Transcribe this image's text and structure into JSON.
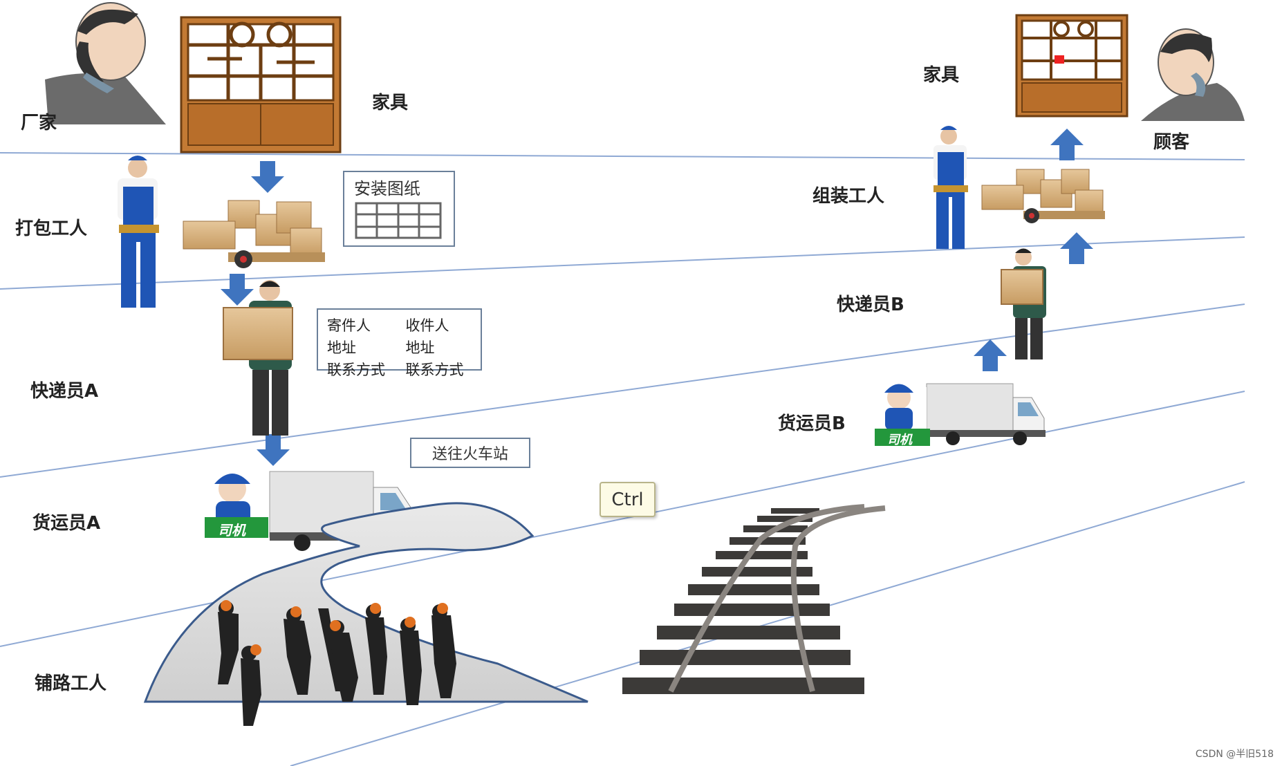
{
  "labels": {
    "manufacturer": "厂家",
    "furniture_left": "家具",
    "packer": "打包工人",
    "courier_a": "快递员A",
    "freight_a": "货运员A",
    "road_worker": "铺路工人",
    "furniture_right": "家具",
    "customer": "顾客",
    "assembler": "组装工人",
    "courier_b": "快递员B",
    "freight_b": "货运员B"
  },
  "boxes": {
    "install_drawing": "安装图纸",
    "sender": "寄件人",
    "receiver": "收件人",
    "address_1": "地址",
    "address_2": "地址",
    "contact_1": "联系方式",
    "contact_2": "联系方式",
    "to_station": "送往火车站"
  },
  "driver_badge": "司机",
  "key_hint": "Ctrl",
  "watermark": "CSDN @半旧518",
  "colors": {
    "arrow": "#3f74bf",
    "lane_line": "#8fa9d4",
    "cabinet": "#c37a34",
    "worker_blue": "#1f55b5",
    "badge_green": "#23973c"
  }
}
